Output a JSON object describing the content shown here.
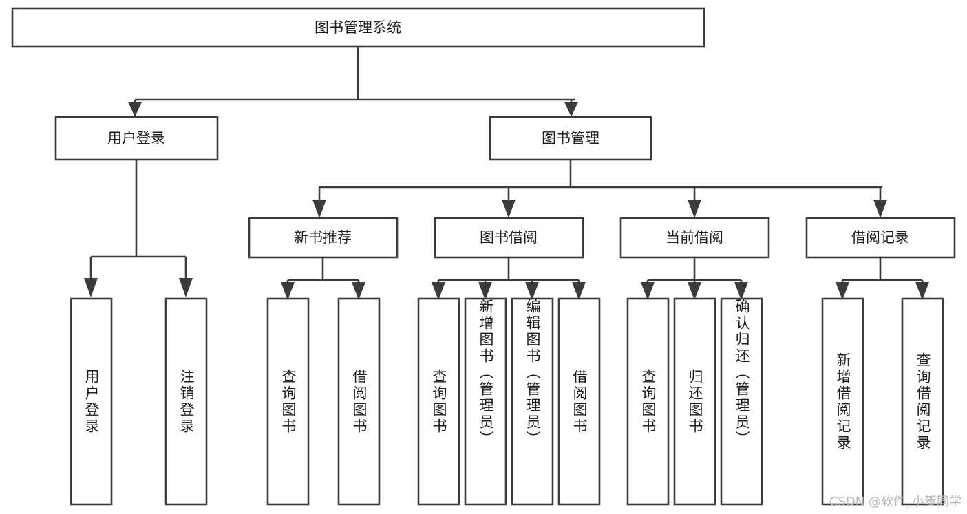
{
  "diagram": {
    "title": "图书管理系统",
    "type": "hierarchy-tree",
    "watermark": "CSDN @软件_小贺同学",
    "colors": {
      "box_stroke": "#3b3b3b",
      "box_fill": "#ffffff",
      "text": "#1d1d1d",
      "background": "#ffffff",
      "watermark": "#b9b9b9"
    },
    "levels": {
      "root": {
        "label": "图书管理系统"
      },
      "level2": [
        {
          "label": "用户登录"
        },
        {
          "label": "图书管理"
        }
      ],
      "level3": [
        {
          "label": "新书推荐"
        },
        {
          "label": "图书借阅"
        },
        {
          "label": "当前借阅"
        },
        {
          "label": "借阅记录"
        }
      ],
      "leaves": {
        "user_login": [
          {
            "label": "用户登录"
          },
          {
            "label": "注销登录"
          }
        ],
        "new_book_recommend": [
          {
            "label": "查询图书"
          },
          {
            "label": "借阅图书"
          }
        ],
        "book_borrow": [
          {
            "label": "查询图书"
          },
          {
            "label": "新增图书（管理员）"
          },
          {
            "label": "编辑图书（管理员）"
          },
          {
            "label": "借阅图书"
          }
        ],
        "current_borrow": [
          {
            "label": "查询图书"
          },
          {
            "label": "归还图书"
          },
          {
            "label": "确认归还（管理员）"
          }
        ],
        "borrow_record": [
          {
            "label": "新增借阅记录"
          },
          {
            "label": "查询借阅记录"
          }
        ]
      }
    }
  }
}
